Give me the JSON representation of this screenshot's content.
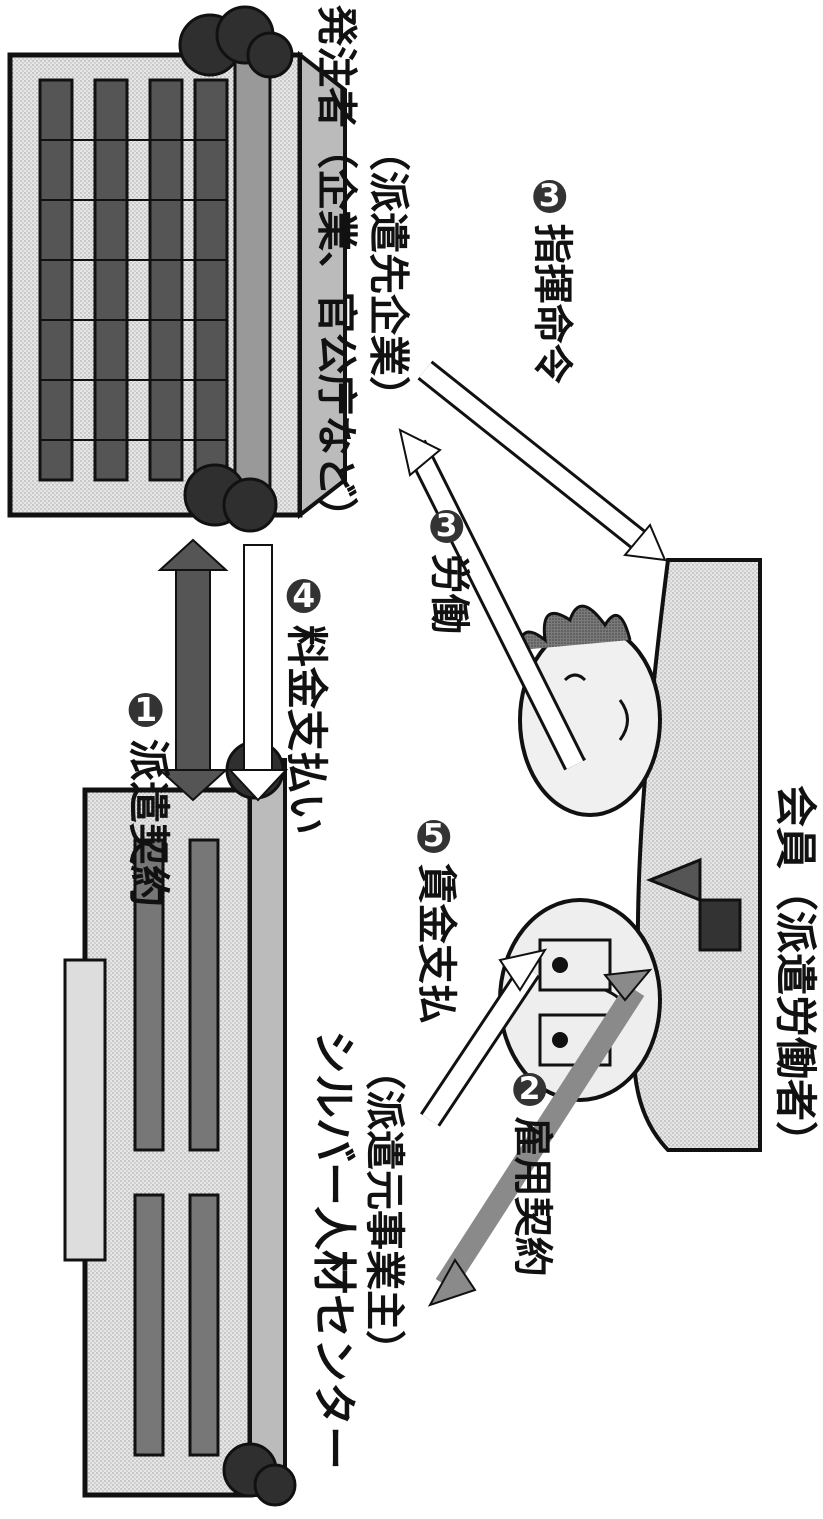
{
  "steps": [
    {
      "number": "1",
      "label": "派遣契約"
    },
    {
      "number": "2",
      "label": "雇用契約"
    },
    {
      "number": "3",
      "label": "労働"
    },
    {
      "number": "3",
      "label": "指揮命令"
    },
    {
      "number": "4",
      "label": "料金支払い"
    },
    {
      "number": "5",
      "label": "賃金支払"
    }
  ],
  "parties": {
    "client": {
      "name": "発注者（企業、官公庁など）",
      "role": "（派遣先企業）"
    },
    "center": {
      "name": "シルバー人材センター",
      "role": "（派遣元事業主）"
    },
    "member": {
      "name": "会員（派遣労働者）"
    }
  },
  "colors": {
    "ink": "#111111",
    "dark_arrow": "#555555",
    "mid_arrow": "#8a8a8a",
    "outline_arrow": "#ffffff",
    "badge": "#333333"
  }
}
